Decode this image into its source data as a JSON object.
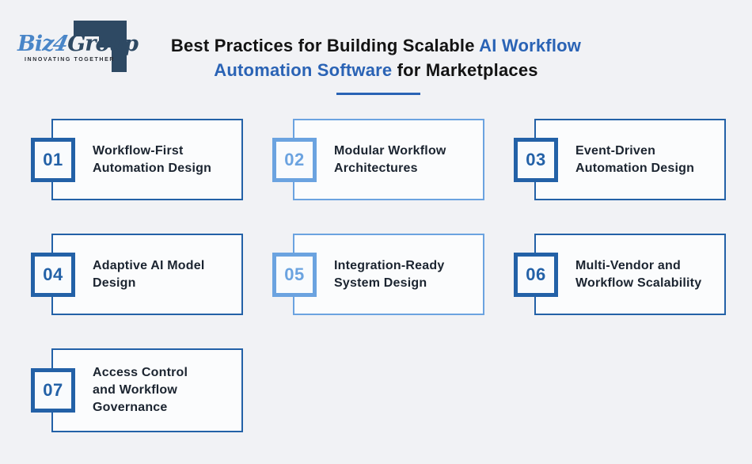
{
  "logo": {
    "brand_prefix": "Biz",
    "brand_number": "4",
    "brand_suffix": "Group",
    "tagline": "INNOVATING TOGETHER"
  },
  "title": {
    "prefix": "Best Practices for Building Scalable ",
    "highlight": "AI Workflow\nAutomation Software",
    "suffix": " for Marketplaces"
  },
  "colors": {
    "background": "#f1f2f5",
    "card_bg": "#fbfcfd",
    "accent_dark": "#2361a7",
    "accent_light": "#6ba3e0",
    "title_highlight": "#2a63b5",
    "card_text": "#1b2430",
    "logo_navy": "#2e4963",
    "logo_blue": "#4a86c8"
  },
  "cards": [
    {
      "number": "01",
      "label": "Workflow-First\nAutomation Design",
      "variant": "dark"
    },
    {
      "number": "02",
      "label": "Modular Workflow\nArchitectures",
      "variant": "light"
    },
    {
      "number": "03",
      "label": "Event-Driven\nAutomation Design",
      "variant": "dark"
    },
    {
      "number": "04",
      "label": "Adaptive AI Model\nDesign",
      "variant": "dark"
    },
    {
      "number": "05",
      "label": "Integration-Ready\nSystem Design",
      "variant": "light"
    },
    {
      "number": "06",
      "label": "Multi-Vendor and\nWorkflow Scalability",
      "variant": "dark"
    },
    {
      "number": "07",
      "label": "Access Control\nand Workflow\nGovernance",
      "variant": "dark"
    }
  ]
}
